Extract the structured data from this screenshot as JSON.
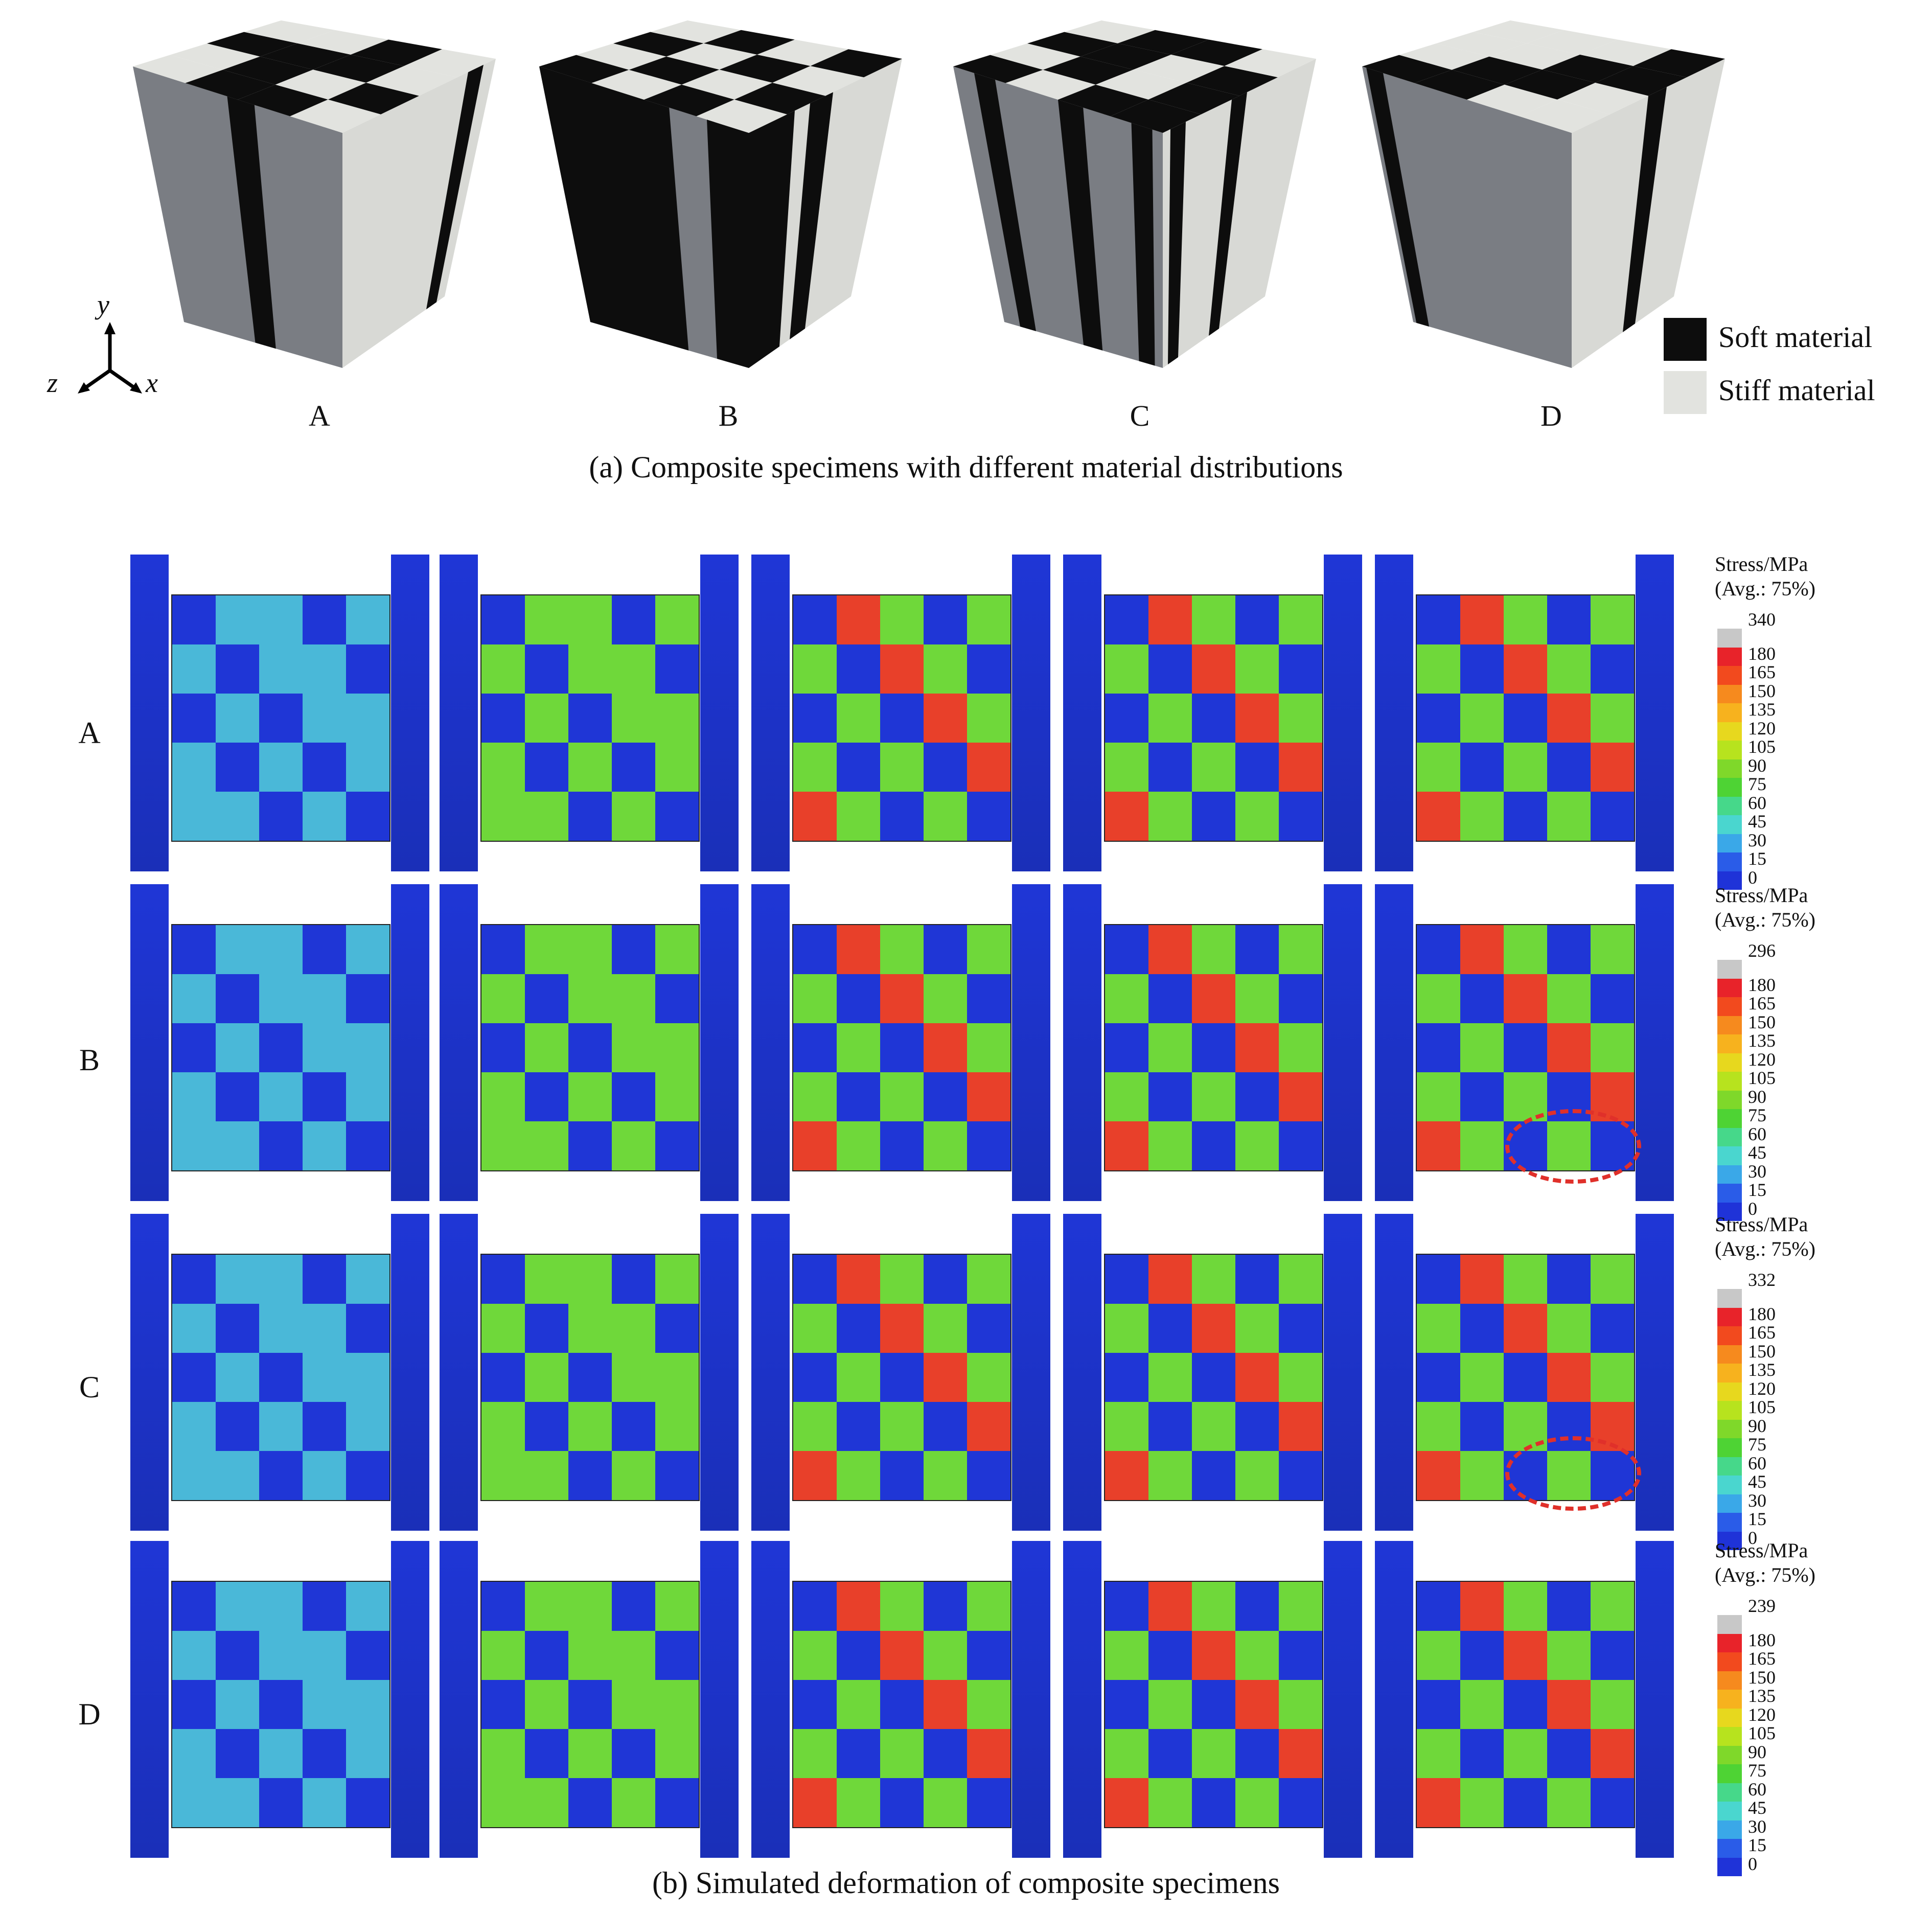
{
  "panel_a": {
    "caption": "(a) Composite specimens with different material distributions",
    "specimens": [
      {
        "id": "A",
        "label": "A"
      },
      {
        "id": "B",
        "label": "B"
      },
      {
        "id": "C",
        "label": "C"
      },
      {
        "id": "D",
        "label": "D"
      }
    ],
    "axes": {
      "y": "y",
      "z": "z",
      "x": "x"
    },
    "legend": [
      {
        "label": "Soft material",
        "color": "#0d0d0d"
      },
      {
        "label": "Stiff material",
        "color": "#e2e3df"
      }
    ],
    "colors": {
      "soft": "#0d0d0d",
      "stiff_top": "#e2e3df",
      "stiff_side": "#7a7d83",
      "stiff_front": "#d8d9d5"
    }
  },
  "panel_b": {
    "caption": "(b) Simulated deformation of composite specimens",
    "rows": [
      {
        "label": "A",
        "colorbar": {
          "title_line1": "Stress/MPa",
          "title_line2": "(Avg.: 75%)",
          "max_label": "340"
        }
      },
      {
        "label": "B",
        "colorbar": {
          "title_line1": "Stress/MPa",
          "title_line2": "(Avg.: 75%)",
          "max_label": "296"
        }
      },
      {
        "label": "C",
        "colorbar": {
          "title_line1": "Stress/MPa",
          "title_line2": "(Avg.: 75%)",
          "max_label": "332"
        }
      },
      {
        "label": "D",
        "colorbar": {
          "title_line1": "Stress/MPa",
          "title_line2": "(Avg.: 75%)",
          "max_label": "239"
        }
      }
    ],
    "colorbar_ticks": [
      "180",
      "165",
      "150",
      "135",
      "120",
      "105",
      "90",
      "75",
      "60",
      "45",
      "30",
      "15",
      "0"
    ],
    "colorbar_colors": [
      "#c8c8c8",
      "#e8232a",
      "#f24a1e",
      "#f68a1e",
      "#f7b21e",
      "#e7d81e",
      "#b7e31e",
      "#7fd82a",
      "#4ed334",
      "#46d88a",
      "#4ad6cf",
      "#3aa8e8",
      "#2a5ce8",
      "#1f33d8"
    ],
    "frames_per_row": 5,
    "annotation_color": "#e0302a"
  }
}
